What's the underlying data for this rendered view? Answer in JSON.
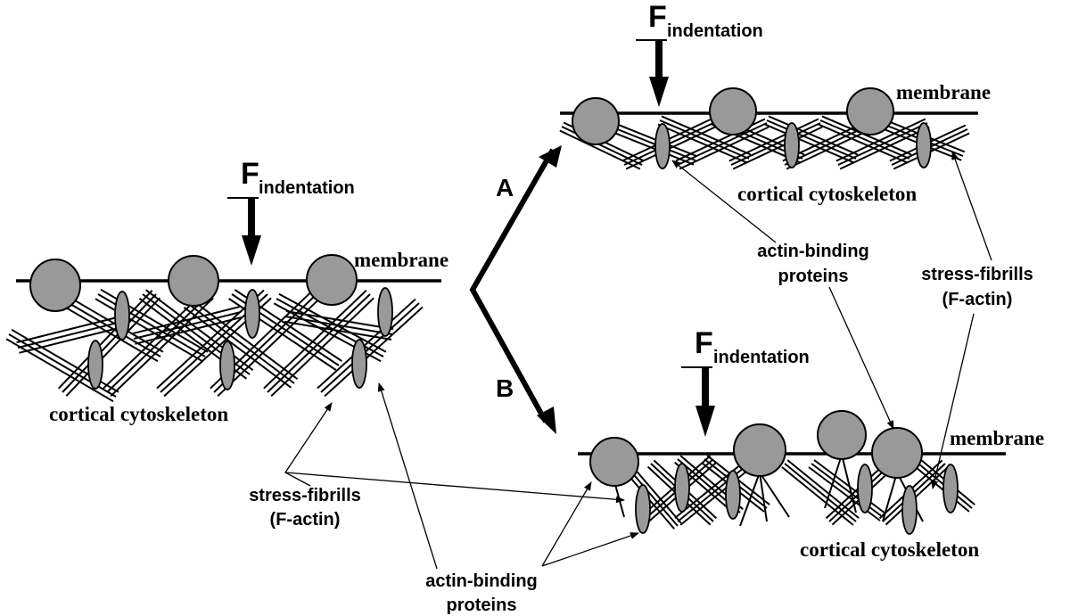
{
  "panels": {
    "left": {
      "force_symbol": "F",
      "force_subscript": "indentation",
      "membrane_label": "membrane",
      "cytoskeleton_label": "cortical cytoskeleton",
      "stress_fibrils_line1": "stress-fibrills",
      "stress_fibrils_line2": "(F-actin)",
      "abp_line1": "actin-binding",
      "abp_line2": "proteins"
    },
    "top_right": {
      "force_symbol": "F",
      "force_subscript": "indentation",
      "membrane_label": "membrane",
      "cytoskeleton_label": "cortical cytoskeleton",
      "abp_line1": "actin-binding",
      "abp_line2": "proteins",
      "stress_fibrils_line1": "stress-fibrills",
      "stress_fibrils_line2": "(F-actin)"
    },
    "bottom_right": {
      "force_symbol": "F",
      "force_subscript": "indentation",
      "membrane_label": "membrane",
      "cytoskeleton_label": "cortical cytoskeleton"
    }
  },
  "pathways": {
    "a_label": "A",
    "b_label": "B"
  },
  "colors": {
    "protein_fill": "#999999",
    "line": "#000000",
    "background": "#ffffff"
  }
}
